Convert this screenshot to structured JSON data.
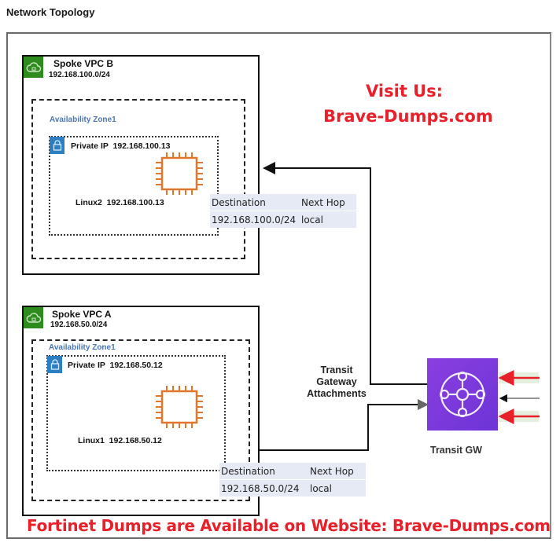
{
  "page": {
    "title": "Network Topology"
  },
  "vpcs": [
    {
      "name": "Spoke VPC B",
      "cidr": "192.168.100.0/24",
      "availability_zone": "Availability Zone1",
      "private_ip_label": "Private IP  192.168.100.13",
      "host_label": "Linux2  192.168.100.13",
      "route_table": {
        "headers": [
          "Destination",
          "Next Hop"
        ],
        "rows": [
          [
            "192.168.100.0/24",
            "local"
          ]
        ]
      }
    },
    {
      "name": "Spoke VPC A",
      "cidr": "192.168.50.0/24",
      "availability_zone": "Availability Zone1",
      "private_ip_label": "Private IP  192.168.50.12",
      "host_label": "Linux1  192.168.50.12",
      "route_table": {
        "headers": [
          "Destination",
          "Next Hop"
        ],
        "rows": [
          [
            "192.168.50.0/24",
            "local"
          ]
        ]
      }
    }
  ],
  "attachments_label": [
    "Transit",
    "Gateway",
    "Attachments"
  ],
  "transit_gw": {
    "label": "Transit GW",
    "icon": "transit-gateway-icon"
  },
  "icons": {
    "vpc": "cloud-lock-icon",
    "subnet": "padlock-icon",
    "instance": "ec2-chip-icon"
  },
  "colors": {
    "vpc_green": "#2e8b1e",
    "subnet_blue": "#2b7fc2",
    "chip_orange": "#e0772c",
    "gw_purple": "#7a3ae0",
    "promo_red": "#e8202a",
    "az_blue": "#4a77b4"
  },
  "promo": {
    "line1": "Visit Us:",
    "line2": "Brave-Dumps.com",
    "footer": "Fortinet Dumps are Available on Website: Brave-Dumps.com"
  }
}
